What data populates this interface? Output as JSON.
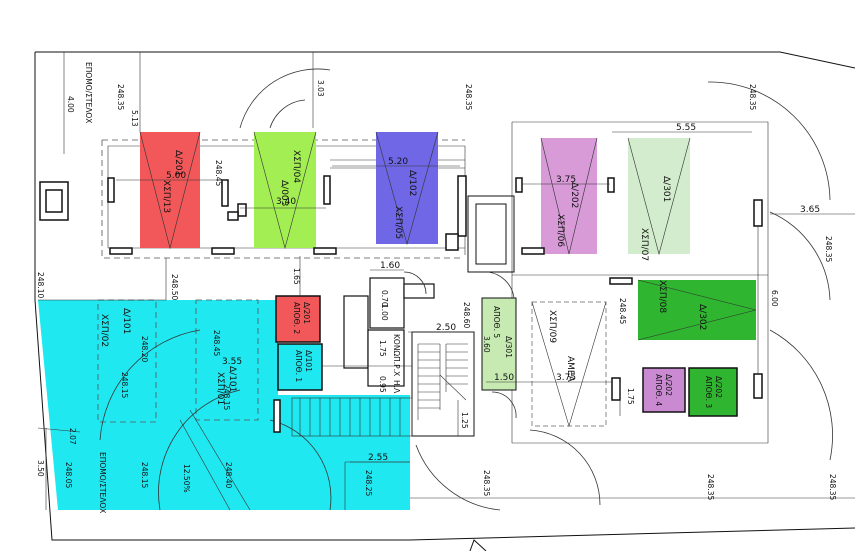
{
  "colors": {
    "red": "#f2585a",
    "light_green": "#a3ee52",
    "blue": "#6f67e6",
    "pink": "#d89bd8",
    "pale_green": "#d3eccd",
    "green": "#2fb52f",
    "cyan": "#1fe8f0",
    "light_green_stair": "#c7eab2",
    "magenta": "#c98ad2"
  },
  "parking": [
    {
      "code": "Δ/201",
      "sub": "ΧΣΠ/13"
    },
    {
      "code": "ΧΣΠ/04",
      "sub": "Δ/003"
    },
    {
      "code": "Δ/102",
      "sub": "ΧΣΠ/05"
    },
    {
      "code": "Δ/202",
      "sub": "ΧΣΠ/06"
    },
    {
      "code": "Δ/301",
      "sub": "ΧΣΠ/07"
    },
    {
      "code": "ΧΣΠ/08",
      "sub": "Δ/302"
    },
    {
      "code": "ΧΣΠ/09",
      "sub": "ΑΜΕΑ"
    },
    {
      "code": "Δ/101",
      "sub": "ΧΣΠ/02"
    },
    {
      "code": "Δ/101",
      "sub": "ΧΣΠ/01"
    }
  ],
  "storages": [
    {
      "code": "Δ/201",
      "sub": "ΑΠΟΘ. 2"
    },
    {
      "code": "Δ/101",
      "sub": "ΑΠΟΘ. 1"
    },
    {
      "code": "Δ/301",
      "sub": "ΑΠΟΘ. 5"
    },
    {
      "code": "Δ/202",
      "sub": "ΑΠΟΘ. 4"
    },
    {
      "code": "Δ/202",
      "sub": "ΑΠΟΘ. 3"
    }
  ],
  "labels": {
    "outdoor_top": "ΕΠΟΜΟ/ΣΤΕΛΟΧ",
    "outdoor_bottom": "ΕΠΟΜΟ/ΣΤΕΛΟΧ",
    "konoprosx": "ΚΟΝΩΠ.Ρ.Χ",
    "hl": "Η.Λ",
    "ramp_slope": "12.50%"
  },
  "dims": {
    "d_400": "4.00",
    "d_51": "5.13",
    "d_303": "3.03",
    "d_555": "5.55",
    "d_500": "5.00",
    "d_340": "3.40",
    "d_520": "5.20",
    "d_375a": "3.75",
    "d_365": "3.65",
    "d_160": "1.60",
    "d_165": "1.65",
    "d_070": "0.70",
    "d_100": "1.00",
    "d_250": "2.50",
    "d_600": "6.00",
    "d_175a": "1.75",
    "d_175b": "1.75",
    "d_355": "3.55",
    "d_095": "0.95",
    "d_360": "3.60",
    "d_150": "1.50",
    "d_375b": "3.75",
    "d_125": "1.25",
    "d_255": "2.55",
    "d_207": "2.07",
    "d_350": "3.50"
  },
  "levels": {
    "l_24835_a": "248.35",
    "l_24835_b": "248.35",
    "l_24835_c": "248.35",
    "l_24835_d": "248.35",
    "l_24845_a": "248.45",
    "l_24845_b": "248.45",
    "l_24845_c": "248.45",
    "l_24810": "248.10",
    "l_24850": "248.50",
    "l_24860": "248.60",
    "l_24820": "248.20",
    "l_24815_a": "248.15",
    "l_24815_b": "248.15",
    "l_24815_c": "248.15",
    "l_24805": "248.05",
    "l_24840": "248.40",
    "l_24825": "248.25",
    "l_24835_e": "248.35",
    "l_24835_f": "248.35",
    "l_24835_g": "248.35"
  }
}
